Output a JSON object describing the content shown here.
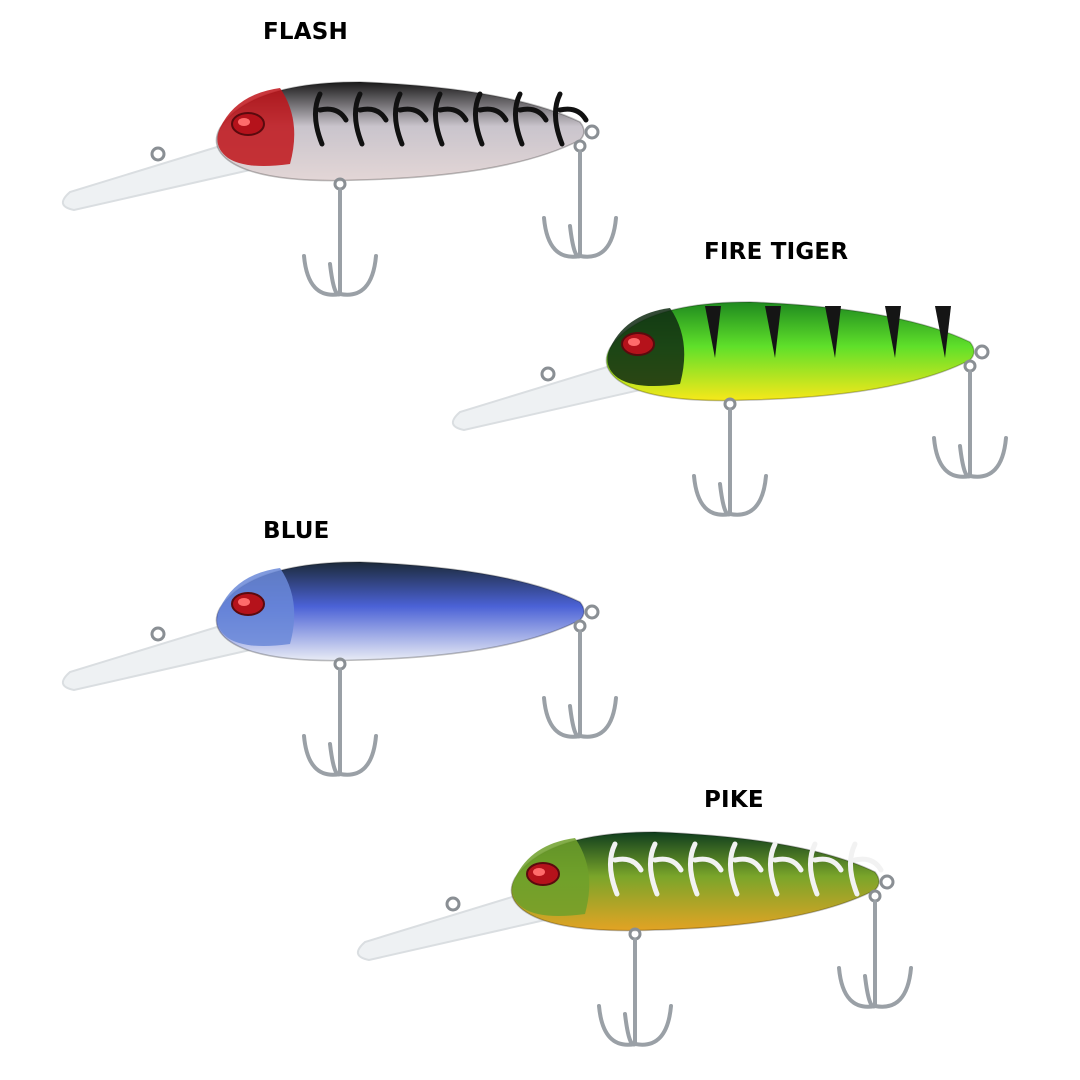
{
  "lures": [
    {
      "label": "FLASH",
      "colors": {
        "top": "#1a1a1a",
        "mid": "#c9c4cc",
        "belly": "#e3d6d6",
        "head": "#c0141a",
        "pattern": "#111111"
      },
      "pattern": "dark-bars"
    },
    {
      "label": "FIRE TIGER",
      "colors": {
        "top": "#1f8a1f",
        "mid": "#5fe02a",
        "belly": "#f7e81a",
        "head": "#0f2a12",
        "pattern": "#151515"
      },
      "pattern": "tiger-stripes"
    },
    {
      "label": "BLUE",
      "colors": {
        "top": "#1c2a3a",
        "mid": "#4b62d6",
        "belly": "#e9ecf5",
        "head": "#6a88d8",
        "pattern": "#ffffff"
      },
      "pattern": "none"
    },
    {
      "label": "PIKE",
      "colors": {
        "top": "#0f3d1d",
        "mid": "#7aa52a",
        "belly": "#e3a324",
        "head": "#6ea02a",
        "pattern": "#f2f2f2"
      },
      "pattern": "light-bars"
    }
  ]
}
